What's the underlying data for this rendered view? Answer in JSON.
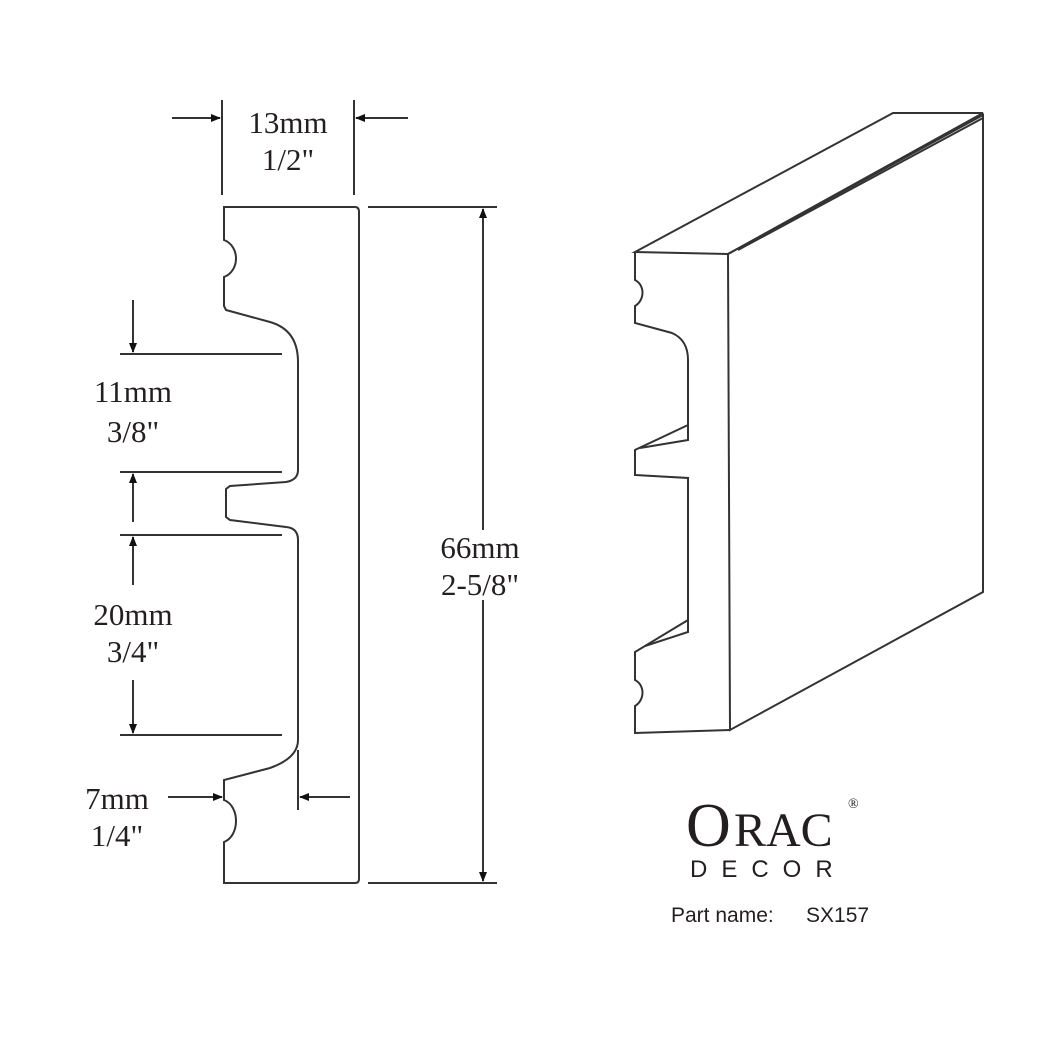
{
  "dimensions": {
    "width": {
      "mm": "13mm",
      "in": "1/2\""
    },
    "height": {
      "mm": "66mm",
      "in": "2-5/8\""
    },
    "upper_recess": {
      "mm": "11mm",
      "in": "3/8\""
    },
    "lower_recess": {
      "mm": "20mm",
      "in": "3/4\""
    },
    "recess_depth": {
      "mm": "7mm",
      "in": "1/4\""
    }
  },
  "logo": {
    "brand_initial": "O",
    "brand_rest": "RAC",
    "registered": "®",
    "sub": "DECOR"
  },
  "part": {
    "label": "Part name:",
    "value": "SX157"
  }
}
